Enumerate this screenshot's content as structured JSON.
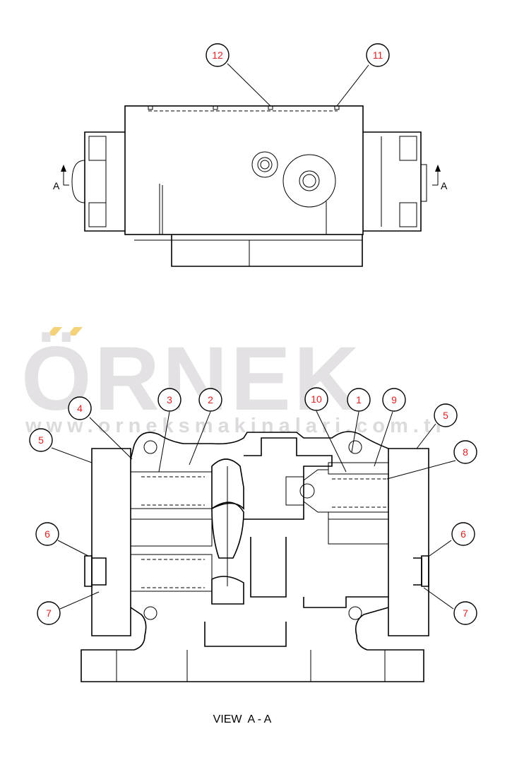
{
  "watermark": {
    "brand": "ÖRNEK",
    "url": "www.orneksmakinalari.com.tr",
    "accent_color": "#f3d27a"
  },
  "view_title": "VIEW  A - A",
  "section_markers": {
    "left": "A",
    "right": "A"
  },
  "callouts_top": {
    "c12": "12",
    "c11": "11"
  },
  "callouts_bottom": {
    "c4": "4",
    "c3": "3",
    "c2": "2",
    "c10": "10",
    "c1": "1",
    "c9": "9",
    "c5_left": "5",
    "c5_right": "5",
    "c8": "8",
    "c6_left": "6",
    "c6_right": "6",
    "c7_left": "7",
    "c7_right": "7"
  },
  "colors": {
    "callout_text": "#dd2222",
    "line": "#000000"
  }
}
